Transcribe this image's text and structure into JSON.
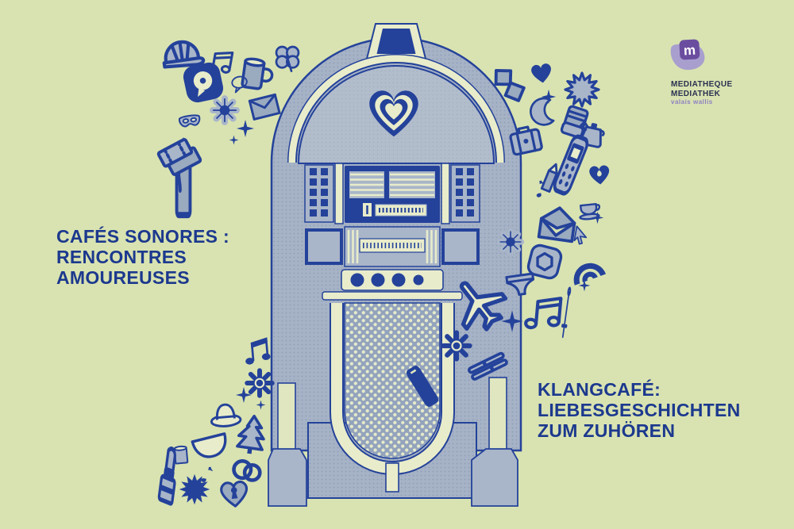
{
  "poster": {
    "title_fr": {
      "line1": "CAFÉS SONORES :",
      "line2": "RENCONTRES",
      "line3": "AMOUREUSES"
    },
    "title_de": {
      "line1": "KLANGCAFÉ:",
      "line2": "LIEBESGESCHICHTEN",
      "line3": "ZUM ZUHÖREN"
    },
    "logo": {
      "letter": "m",
      "line1": "MEDIATHEQUE",
      "line2": "MEDIATHEK",
      "line3": "valais wallis"
    },
    "palette": {
      "background": "#d9e3b1",
      "navy": "#24429a",
      "title_navy": "#1c398e",
      "slate": "#a9b6c9",
      "cream": "#e8ecca",
      "logo_purple_dark": "#6b4da0",
      "logo_purple_light": "#a89fce"
    },
    "illustration": "jukebox",
    "decorative_icons": [
      "cap-icon",
      "music-notes-icon",
      "record-bubble-badge-icon",
      "mug-icon",
      "speech-bubble-icon",
      "clover-icon",
      "daisy-icon",
      "envelope-icon",
      "sparkle-icon",
      "mask-icon",
      "candle-icon",
      "tickets-icon",
      "cups-icon",
      "heart-icon",
      "moon-icon",
      "starburst-icon",
      "mitten-icon",
      "kettle-icon",
      "suitcase-icon",
      "mobile-phone-icon",
      "pencil-icon",
      "flame-heart-icon",
      "music-note-icon",
      "teacup-icon",
      "open-envelope-icon",
      "cursor-icon",
      "rainbow-icon",
      "hexagon-badge-icon",
      "panties-icon",
      "ski-pole-icon",
      "airplane-icon",
      "flower-icon",
      "skis-icon",
      "smartphone-icon",
      "sunflower-icon",
      "fedora-hat-icon",
      "fir-tree-icon",
      "bowl-icon",
      "tin-can-icon",
      "lipstick-icon",
      "rings-icon",
      "heart-locket-icon"
    ]
  }
}
